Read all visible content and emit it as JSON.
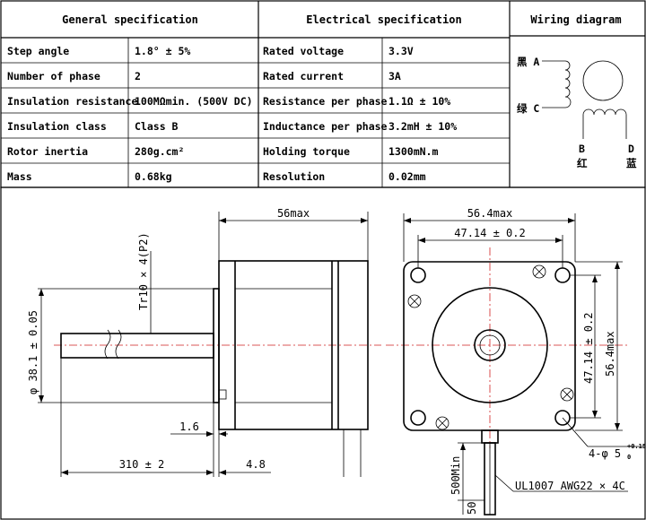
{
  "spec_table": {
    "general_header": "General  specification",
    "electrical_header": "Electrical  specification",
    "wiring_header": "Wiring diagram",
    "general_rows": [
      {
        "label": "Step angle",
        "value": "1.8°  ± 5%"
      },
      {
        "label": "Number of phase",
        "value": "2"
      },
      {
        "label": "Insulation resistance",
        "value": "100MΩmin. (500V DC)"
      },
      {
        "label": "Insulation class",
        "value": "Class B"
      },
      {
        "label": "Rotor inertia",
        "value": "280g.cm²"
      },
      {
        "label": "Mass",
        "value": "0.68kg"
      }
    ],
    "electrical_rows": [
      {
        "label": "Rated voltage",
        "value": "3.3V"
      },
      {
        "label": "Rated current",
        "value": "3A"
      },
      {
        "label": "Resistance per phase",
        "value": "1.1Ω ± 10%"
      },
      {
        "label": "Inductance per phase",
        "value": "3.2mH ± 10%"
      },
      {
        "label": "Holding torque",
        "value": "1300mN.m"
      },
      {
        "label": "Resolution",
        "value": "0.02mm"
      }
    ]
  },
  "wiring": {
    "wire_a": "黑 A",
    "wire_c": "绿 C",
    "wire_b_letter": "B",
    "wire_b_color": "红",
    "wire_d_letter": "D",
    "wire_d_color": "蓝"
  },
  "side_view": {
    "body_length": "56max",
    "shaft_diameter": "φ 38.1 ± 0.05",
    "thread": "Tr10 × 4(P2)",
    "shaft_length": "310 ± 2",
    "flange_step": "1.6",
    "flange_thickness": "4.8"
  },
  "front_view": {
    "overall_width": "56.4max",
    "hole_spacing_h": "47.14 ± 0.2",
    "hole_spacing_v": "47.14 ± 0.2",
    "overall_height": "56.4max",
    "hole_callout": "4-φ 5",
    "hole_tol_top": "+0.15",
    "hole_tol_bottom": "0",
    "lead_length": "500Min",
    "lead_strip": "50",
    "cable_spec": "UL1007 AWG22 × 4C"
  },
  "colors": {
    "centerline": "#d02020",
    "ink": "#000000"
  }
}
